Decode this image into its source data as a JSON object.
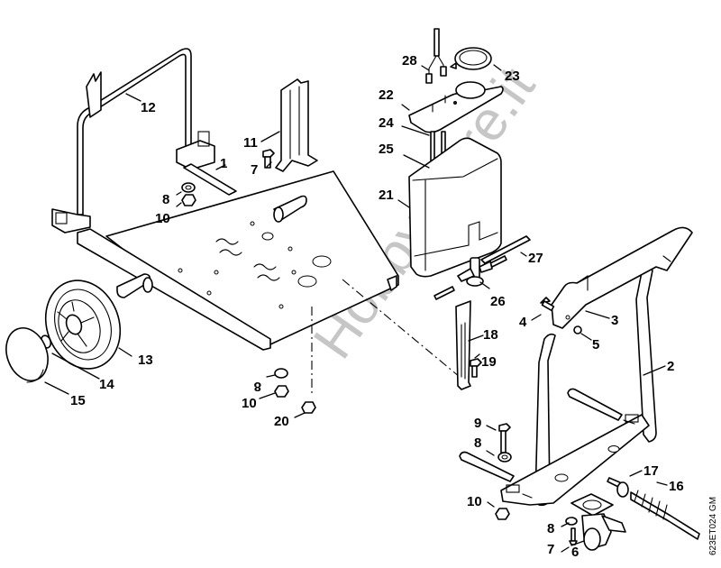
{
  "diagram": {
    "title": "Trolley assembly exploded parts view",
    "drawing_code": "623ET024 GM",
    "watermark": "HobbyStore.it",
    "colors": {
      "line": "#000000",
      "background": "#ffffff",
      "watermark": "#bdbdbd"
    },
    "callouts": [
      {
        "id": "c1",
        "number": "1",
        "part": "base-plate"
      },
      {
        "id": "c2",
        "number": "2",
        "part": "handle-frame"
      },
      {
        "id": "c3",
        "number": "3",
        "part": "handle-grip"
      },
      {
        "id": "c4",
        "number": "4",
        "part": "grip-screw"
      },
      {
        "id": "c5",
        "number": "5",
        "part": "grip-nut"
      },
      {
        "id": "c6",
        "number": "6",
        "part": "swivel-caster"
      },
      {
        "id": "c7a",
        "number": "7",
        "part": "bolt-bracket"
      },
      {
        "id": "c7b",
        "number": "7",
        "part": "bolt-caster"
      },
      {
        "id": "c8a",
        "number": "8",
        "part": "washer-upper"
      },
      {
        "id": "c8b",
        "number": "8",
        "part": "washer-lower"
      },
      {
        "id": "c8c",
        "number": "8",
        "part": "washer-frame"
      },
      {
        "id": "c8d",
        "number": "8",
        "part": "washer-caster"
      },
      {
        "id": "c9",
        "number": "9",
        "part": "frame-bolt"
      },
      {
        "id": "c10a",
        "number": "10",
        "part": "nut-upper"
      },
      {
        "id": "c10b",
        "number": "10",
        "part": "nut-lower"
      },
      {
        "id": "c10c",
        "number": "10",
        "part": "nut-frame"
      },
      {
        "id": "c11",
        "number": "11",
        "part": "support-bracket"
      },
      {
        "id": "c12",
        "number": "12",
        "part": "roll-bar"
      },
      {
        "id": "c13",
        "number": "13",
        "part": "wheel"
      },
      {
        "id": "c14",
        "number": "14",
        "part": "wheel-clip"
      },
      {
        "id": "c15",
        "number": "15",
        "part": "hub-cap"
      },
      {
        "id": "c16",
        "number": "16",
        "part": "hose-spring"
      },
      {
        "id": "c17",
        "number": "17",
        "part": "hose-ring"
      },
      {
        "id": "c18",
        "number": "18",
        "part": "tank-holder"
      },
      {
        "id": "c19",
        "number": "19",
        "part": "holder-screw"
      },
      {
        "id": "c20",
        "number": "20",
        "part": "base-nut"
      },
      {
        "id": "c21",
        "number": "21",
        "part": "water-tank"
      },
      {
        "id": "c22",
        "number": "22",
        "part": "tank-cover"
      },
      {
        "id": "c23",
        "number": "23",
        "part": "cap-seal"
      },
      {
        "id": "c24",
        "number": "24",
        "part": "level-sensor"
      },
      {
        "id": "c25",
        "number": "25",
        "part": "float-clip"
      },
      {
        "id": "c26",
        "number": "26",
        "part": "t-connector"
      },
      {
        "id": "c27",
        "number": "27",
        "part": "tube"
      },
      {
        "id": "c28",
        "number": "28",
        "part": "cable-plug"
      }
    ]
  }
}
